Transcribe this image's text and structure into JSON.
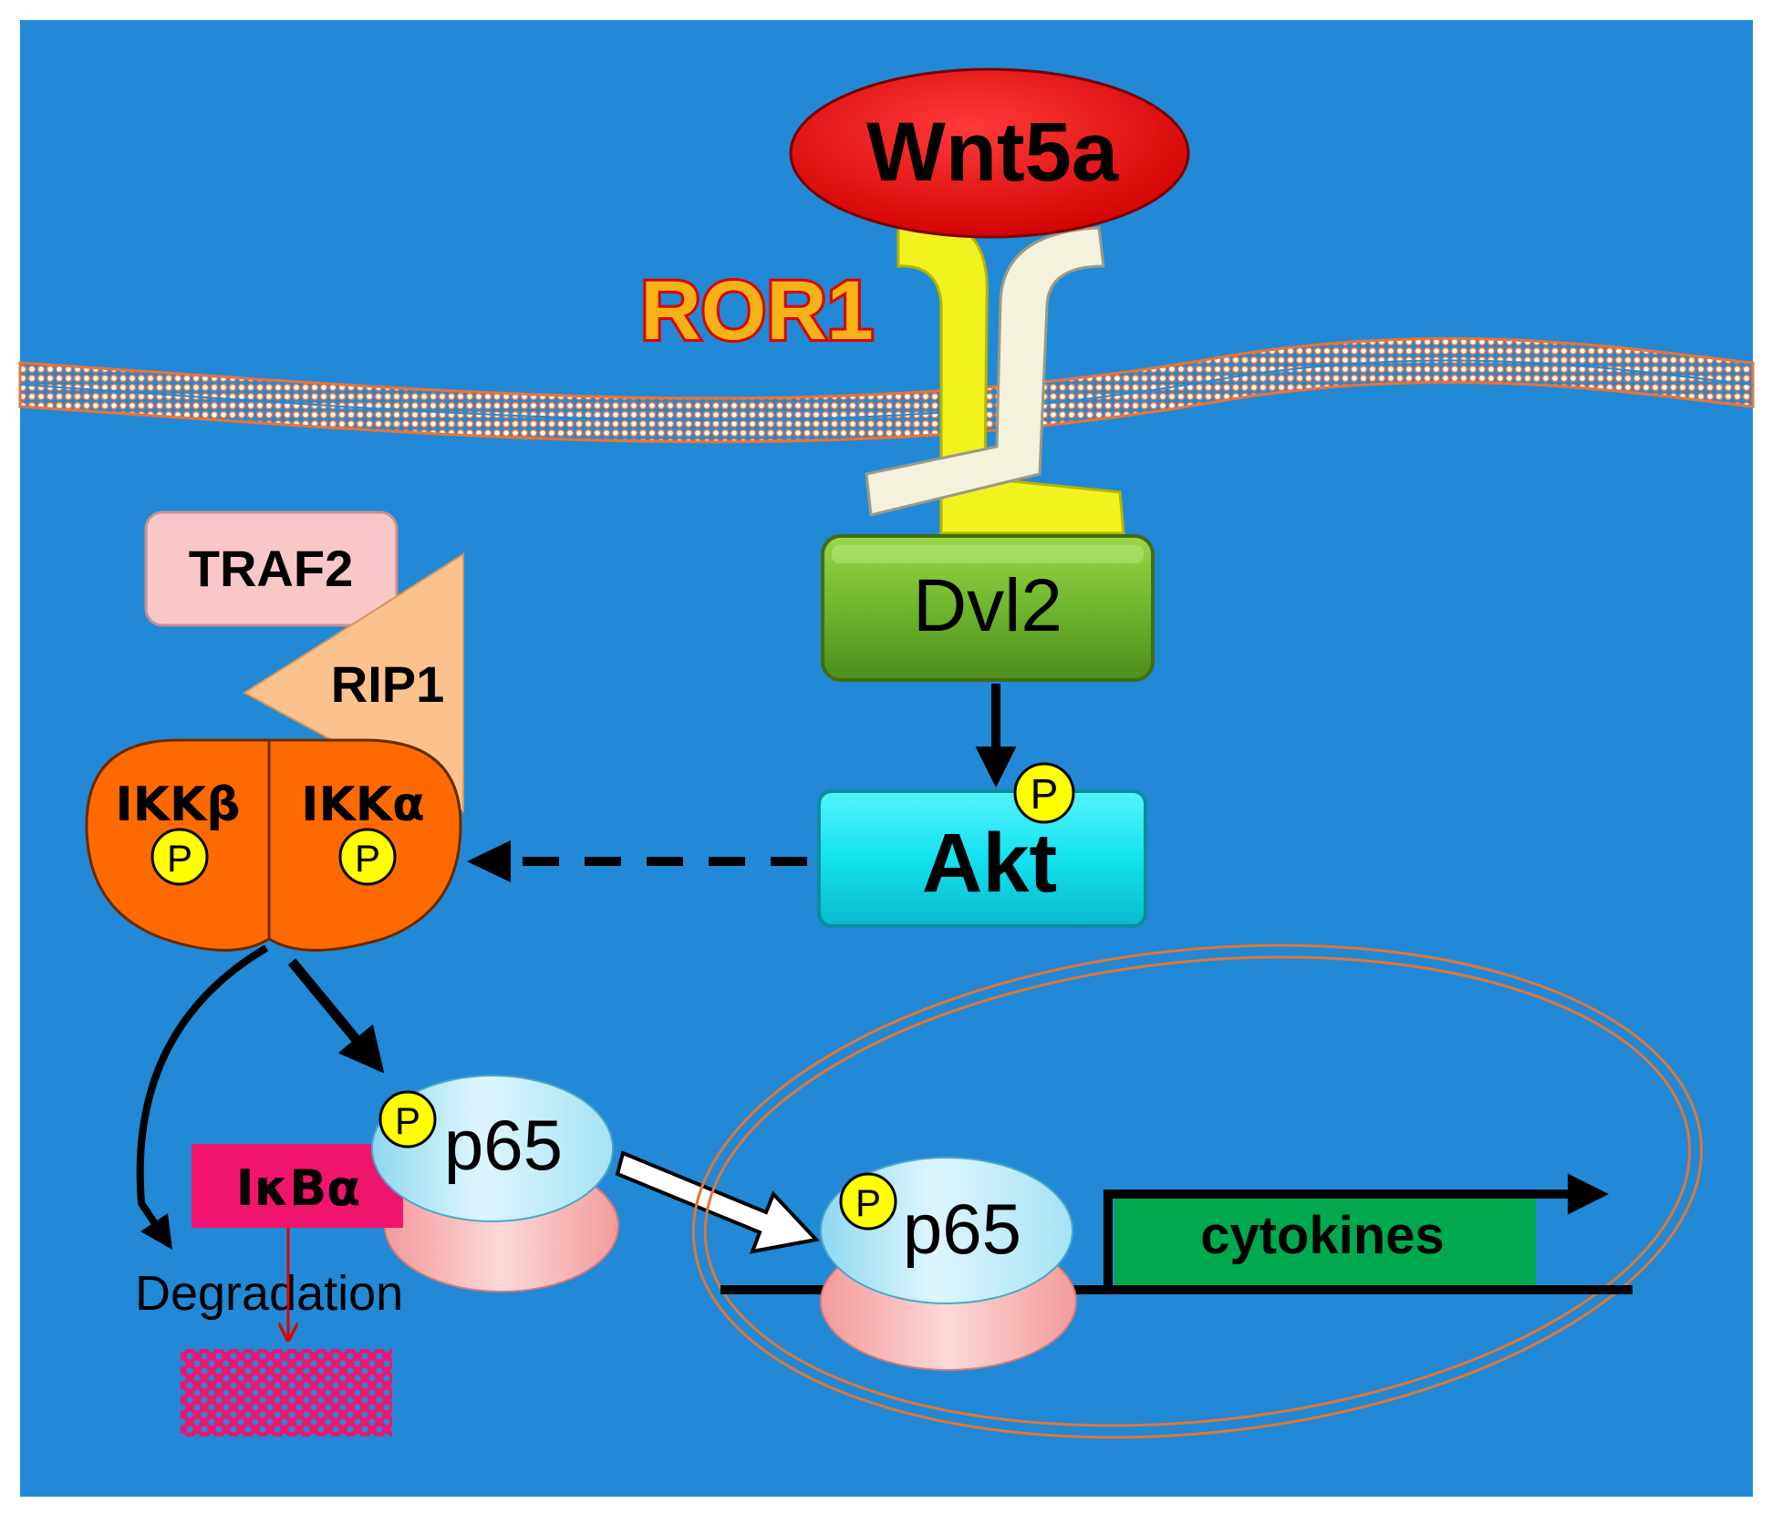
{
  "labels": {
    "wnt5a": "Wnt5a",
    "ror1": "ROR1",
    "dvl2": "Dvl2",
    "akt": "Akt",
    "traf2": "TRAF2",
    "rip1": "RIP1",
    "ikk_beta": "IKKβ",
    "ikk_alpha": "IKKα",
    "p65_cytoplasm": "p65",
    "p65_nucleus": "p65",
    "ikba": "IκBα",
    "degradation": "Degradation",
    "cytokines": "cytokines",
    "phospho": "P"
  },
  "colors": {
    "background": "#2189D6",
    "wnt5a": "#E00000",
    "ror1_label": "#F7B21A",
    "ror1_chain_a": "#F2F21E",
    "ror1_chain_b": "#F4F1DC",
    "membrane": "#E8733A",
    "dvl2": "#6FB52E",
    "akt": "#12E3F0",
    "traf2": "#F9C7C7",
    "rip1": "#FBC28E",
    "ikk": "#FF6A00",
    "phospho": "#FFFF00",
    "p65": "#C8F0FB",
    "p65_partner": "#F7B3B3",
    "ikba": "#F0146E",
    "cytokines": "#00A94F",
    "nucleus_outline": "#E07636",
    "degradation_arrow": "#E00000"
  },
  "icons": {
    "activation_arrow": "solid-arrow",
    "indirect_arrow": "dashed-arrow",
    "translocation_arrow": "hollow-arrow",
    "transcription_arrow": "bent-arrow"
  }
}
